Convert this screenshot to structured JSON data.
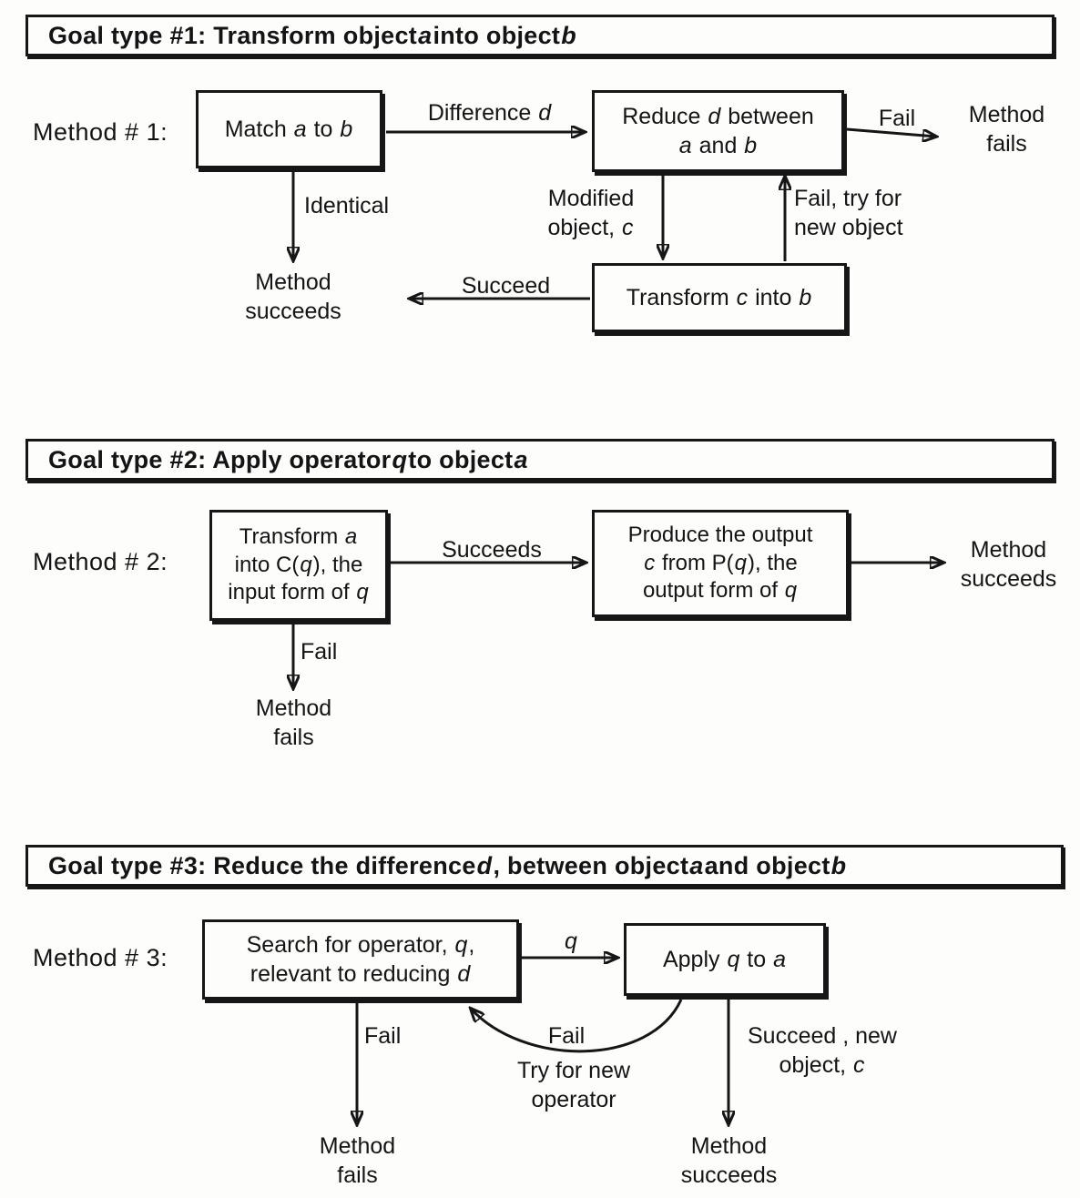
{
  "figure": {
    "s1": {
      "header": "Goal type #1: Transform object *a* into object *b*",
      "method_label": "Method # 1:",
      "box_match": "Match *a* to *b*",
      "lbl_difference": "Difference *d*",
      "box_reduce": [
        "Reduce *d* between",
        "*a* and *b*"
      ],
      "lbl_fail": "Fail",
      "end_fails": [
        "Method",
        "fails"
      ],
      "lbl_identical": "Identical",
      "end_succeeds": [
        "Method",
        "succeeds"
      ],
      "lbl_modified": [
        "Modified",
        "object, *c*"
      ],
      "lbl_fail_try": [
        "Fail, try for",
        "new object"
      ],
      "box_transform_c": "Transform *c* into *b*",
      "lbl_succeed": "Succeed"
    },
    "s2": {
      "header": "Goal type #2: Apply operator *q* to object *a*",
      "method_label": "Method # 2:",
      "box_transform": [
        "Transform *a*",
        "into C(*q*), the",
        "input form of *q*"
      ],
      "lbl_succeeds": "Succeeds",
      "box_produce": [
        "Produce the output",
        "*c* from P(*q*), the",
        "output form of *q*"
      ],
      "end_succeeds": [
        "Method",
        "succeeds"
      ],
      "lbl_fail": "Fail",
      "end_fails": [
        "Method",
        "fails"
      ]
    },
    "s3": {
      "header": "Goal type #3: Reduce the difference *d*, between object *a* and object *b*",
      "method_label": "Method # 3:",
      "box_search": [
        "Search for operator, *q*,",
        "relevant to reducing *d*"
      ],
      "lbl_q": "*q*",
      "box_apply": "Apply *q* to *a*",
      "lbl_fail_down": "Fail",
      "end_fails": [
        "Method",
        "fails"
      ],
      "lbl_fail_curve": "Fail",
      "lbl_try_new": [
        "Try for new",
        "operator"
      ],
      "lbl_succeed_new": [
        "Succeed , new",
        "object, *c*"
      ],
      "end_succeeds": [
        "Method",
        "succeeds"
      ]
    }
  },
  "colors": {
    "ink": "#161616",
    "paper": "#fdfdfc"
  }
}
